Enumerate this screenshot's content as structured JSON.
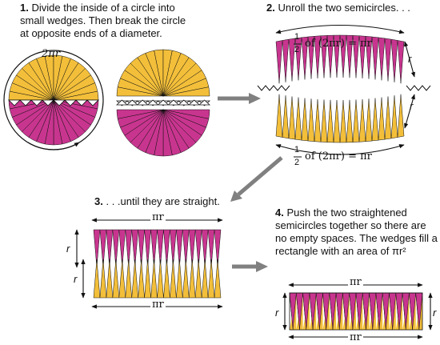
{
  "steps": [
    {
      "num": "1.",
      "text": "Divide the inside of a circle into small wedges. Then break the circle at opposite ends of a diameter."
    },
    {
      "num": "2.",
      "text": "Unroll the two semicircles. . ."
    },
    {
      "num": "3.",
      "text": ". . .until they are straight."
    },
    {
      "num": "4.",
      "text": "Push the two straightened semicircles together so there are no empty spaces. The wedges fill a rectangle with an area of πr²"
    }
  ],
  "labels": {
    "circumference": "2πr",
    "half_formula_top": "of (2πr) = πr",
    "half_formula_bottom": "of (2πr) = πr",
    "fraction_num": "1",
    "fraction_den": "2",
    "radius": "r",
    "pi_r": "πr"
  },
  "colors": {
    "yellow": "#f3bf3a",
    "magenta": "#c8358f",
    "arrow_gray": "#808080",
    "line": "#111111"
  }
}
